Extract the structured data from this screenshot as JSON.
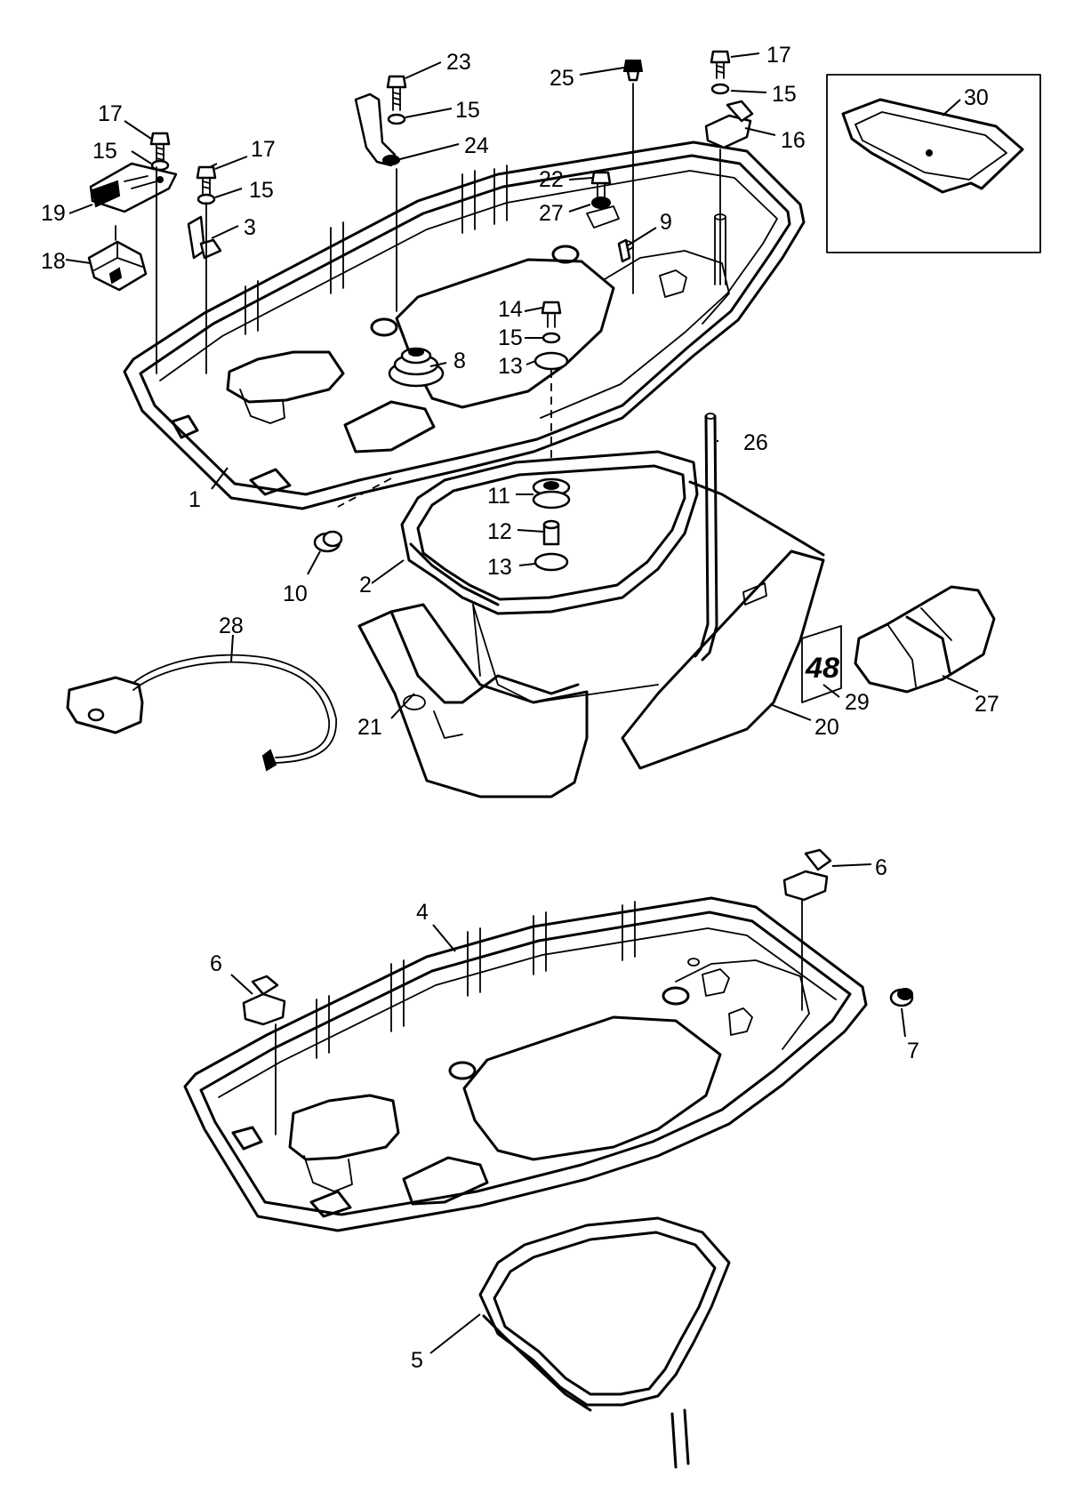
{
  "callouts": {
    "c1": "1",
    "c2": "2",
    "c3": "3",
    "c4": "4",
    "c5": "5",
    "c6a": "6",
    "c6b": "6",
    "c7": "7",
    "c8": "8",
    "c9": "9",
    "c10": "10",
    "c11": "11",
    "c12": "12",
    "c13a": "13",
    "c13b": "13",
    "c14": "14",
    "c15a": "15",
    "c15b": "15",
    "c15c": "15",
    "c15d": "15",
    "c16": "16",
    "c17a": "17",
    "c17b": "17",
    "c17c": "17",
    "c18": "18",
    "c19": "19",
    "c20": "20",
    "c21": "21",
    "c22": "22",
    "c23": "23",
    "c24": "24",
    "c25": "25",
    "c26": "26",
    "c27a": "27",
    "c27b": "27",
    "c28": "28",
    "c29": "29",
    "c30": "30"
  },
  "decal_text": "48"
}
